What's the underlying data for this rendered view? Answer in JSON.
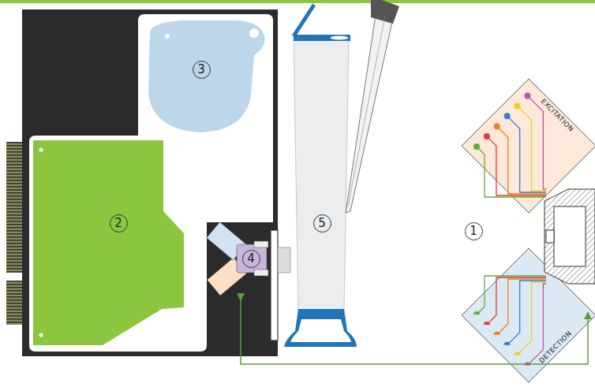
{
  "diagram": {
    "nodes": [
      {
        "text": [
          "2"
        ]
      },
      {
        "text": [
          "3"
        ]
      },
      {
        "text": [
          "4"
        ]
      },
      {
        "text": [
          "5"
        ]
      },
      {
        "text": [
          "1"
        ]
      }
    ],
    "labels": [
      "EXCITATION",
      "DETECTION"
    ]
  }
}
